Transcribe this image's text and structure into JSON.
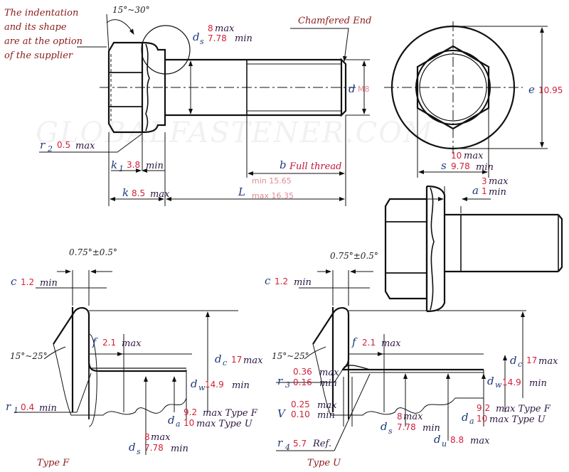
{
  "notes": {
    "indentation": [
      "The indentation",
      "and its shape",
      "are at the option",
      "of the supplier"
    ],
    "chamfered_end": "Chamfered End",
    "full_thread": "Full thread",
    "type_f": "Type F",
    "type_u": "Type U"
  },
  "angles": {
    "head_chamfer": "15°~30°",
    "top_f": "0.75°±0.5°",
    "top_u": "0.75°±0.5°",
    "flange_f": "15°~25°",
    "flange_u": "15°~25°"
  },
  "watermark": "GLOBALFASTENER.COM",
  "dims": {
    "ds_main": {
      "sym": "d",
      "sub": "s",
      "max": "8",
      "min": "7.78",
      "max_label": "max",
      "min_label": "min"
    },
    "d": {
      "sym": "d",
      "val": "M8"
    },
    "e": {
      "sym": "e",
      "val": "10.95"
    },
    "r2": {
      "sym": "r",
      "sub": "2",
      "val": "0.5",
      "lim": "max"
    },
    "k1": {
      "sym": "k",
      "sub": "1",
      "val": "3.8",
      "lim": "min"
    },
    "k": {
      "sym": "k",
      "val": "8.5",
      "lim": "max"
    },
    "b": {
      "sym": "b"
    },
    "L": {
      "sym": "L",
      "min": "min 15.65",
      "max": "max 16.35"
    },
    "s": {
      "sym": "s",
      "max": "10",
      "min": "9.78",
      "max_label": "max",
      "min_label": "min"
    },
    "a": {
      "sym": "a",
      "max": "3",
      "min": "1",
      "max_label": "max",
      "min_label": "min"
    },
    "cF": {
      "sym": "c",
      "val": "1.2",
      "lim": "min"
    },
    "cU": {
      "sym": "c",
      "val": "1.2",
      "lim": "min"
    },
    "fF": {
      "sym": "f",
      "val": "2.1",
      "lim": "max"
    },
    "fU": {
      "sym": "f",
      "val": "2.1",
      "lim": "max"
    },
    "dcF": {
      "sym": "d",
      "sub": "c",
      "val": "17",
      "lim": "max"
    },
    "dcU": {
      "sym": "d",
      "sub": "c",
      "val": "17",
      "lim": "max"
    },
    "dwF": {
      "sym": "d",
      "sub": "w",
      "val": "14.9",
      "lim": "min"
    },
    "dwU": {
      "sym": "d",
      "sub": "w",
      "val": "14.9",
      "lim": "min"
    },
    "r1": {
      "sym": "r",
      "sub": "1",
      "val": "0.4",
      "lim": "min"
    },
    "daF": {
      "sym": "d",
      "sub": "a",
      "v1": "9.2",
      "l1": "max Type F",
      "v2": "10",
      "l2": "max Type U"
    },
    "daU": {
      "sym": "d",
      "sub": "a",
      "v1": "9.2",
      "l1": "max Type F",
      "v2": "10",
      "l2": "max Type U"
    },
    "dsF": {
      "sym": "d",
      "sub": "s",
      "max": "8",
      "min": "7.78",
      "max_label": "max",
      "min_label": "min"
    },
    "dsU": {
      "sym": "d",
      "sub": "s",
      "max": "8",
      "min": "7.78",
      "max_label": "max",
      "min_label": "min"
    },
    "r3": {
      "sym": "r",
      "sub": "3",
      "max": "0.36",
      "min": "0.16",
      "max_label": "max",
      "min_label": "min"
    },
    "V": {
      "sym": "V",
      "max": "0.25",
      "min": "0.10",
      "max_label": "max",
      "min_label": "min"
    },
    "r4": {
      "sym": "r",
      "sub": "4",
      "val": "5.7",
      "lim": "Ref."
    },
    "du": {
      "sym": "d",
      "sub": "u",
      "val": "8.8",
      "lim": "max"
    }
  },
  "colors": {
    "line": "#111111",
    "value": "#d0203a",
    "symbol": "#1f3a7a",
    "note": "#8b1a1a"
  }
}
